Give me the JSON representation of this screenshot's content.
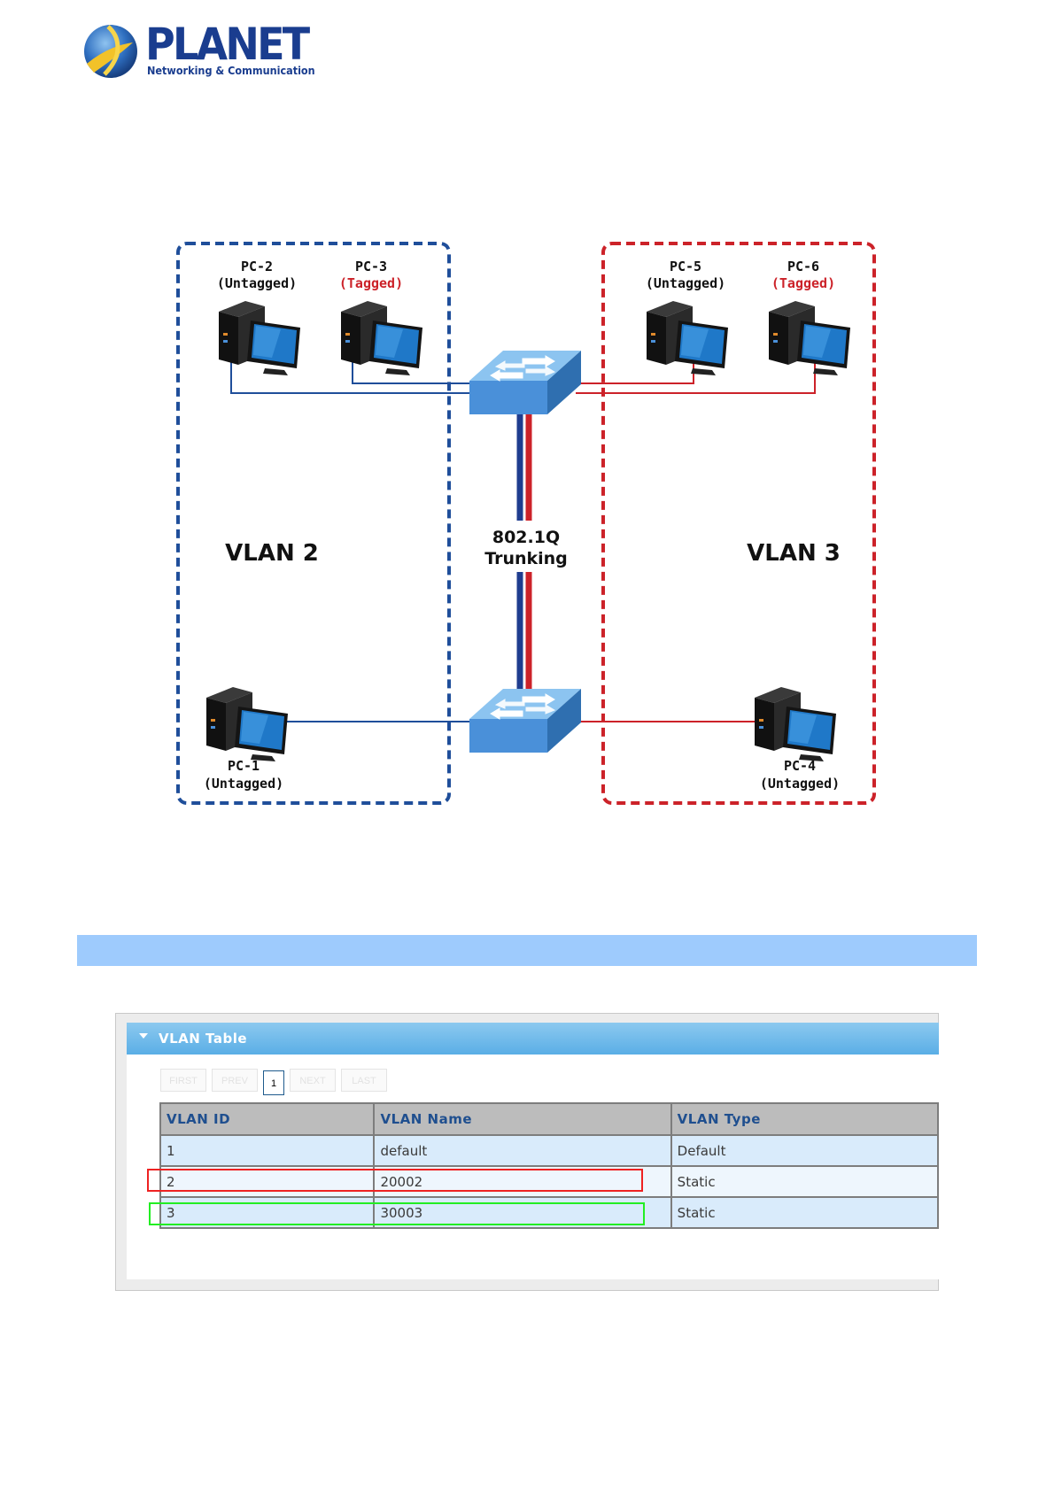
{
  "logo": {
    "brand": "PLANET",
    "tagline": "Networking & Communication",
    "colors": {
      "text": "#1a3d8f",
      "globe": "#2f6fc0",
      "swoosh": "#f2c229"
    }
  },
  "diagram": {
    "vlan2": {
      "label": "VLAN 2",
      "color": "#1f4e9a",
      "pcs": [
        {
          "name": "PC-2",
          "mode": "(Untagged)"
        },
        {
          "name": "PC-3",
          "mode": "(Tagged)"
        },
        {
          "name": "PC-1",
          "mode": "(Untagged)"
        }
      ]
    },
    "vlan3": {
      "label": "VLAN 3",
      "color": "#cc2229",
      "pcs": [
        {
          "name": "PC-5",
          "mode": "(Untagged)"
        },
        {
          "name": "PC-6",
          "mode": "(Tagged)"
        },
        {
          "name": "PC-4",
          "mode": "(Untagged)"
        }
      ]
    },
    "trunk": {
      "line1": "802.1Q",
      "line2": "Trunking"
    },
    "tagged_color": "#cc2229",
    "switch_color": "#4a90d9"
  },
  "vlan_table": {
    "title": "VLAN Table",
    "pager": {
      "first": "FIRST",
      "prev": "PREV",
      "current": "1",
      "next": "NEXT",
      "last": "LAST"
    },
    "columns": [
      "VLAN ID",
      "VLAN Name",
      "VLAN Type"
    ],
    "rows": [
      [
        "1",
        "default",
        "Default"
      ],
      [
        "2",
        "20002",
        "Static"
      ],
      [
        "3",
        "30003",
        "Static"
      ]
    ],
    "highlight_colors": {
      "row2": "#ee2222",
      "row3": "#22ee22"
    }
  }
}
